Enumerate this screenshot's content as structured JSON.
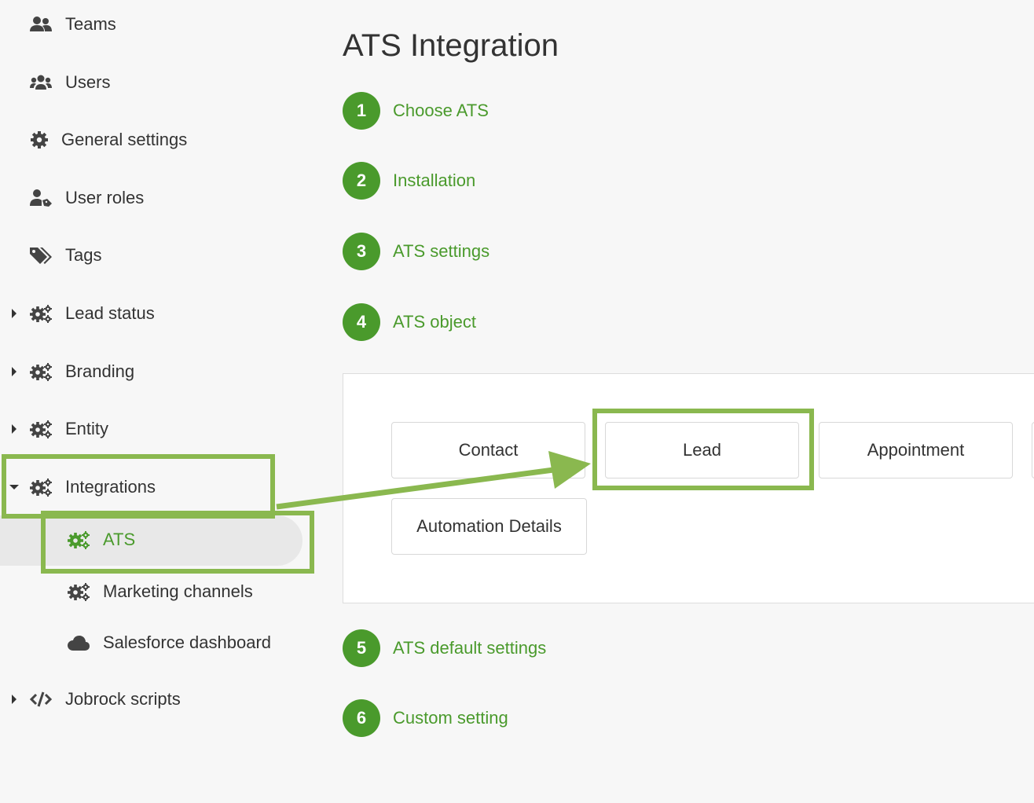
{
  "sidebar": {
    "items": [
      {
        "label": "Teams",
        "icon": "teams-icon"
      },
      {
        "label": "Users",
        "icon": "users-icon"
      },
      {
        "label": "General settings",
        "icon": "gear-icon"
      },
      {
        "label": "User roles",
        "icon": "user-roles-icon"
      },
      {
        "label": "Tags",
        "icon": "tags-icon"
      },
      {
        "label": "Lead status",
        "icon": "gears-icon"
      },
      {
        "label": "Branding",
        "icon": "gears-icon"
      },
      {
        "label": "Entity",
        "icon": "gears-icon"
      },
      {
        "label": "Integrations",
        "icon": "gears-icon"
      },
      {
        "label": "ATS",
        "icon": "gears-icon"
      },
      {
        "label": "Marketing channels",
        "icon": "gears-icon"
      },
      {
        "label": "Salesforce dashboard",
        "icon": "cloud-icon"
      },
      {
        "label": "Jobrock scripts",
        "icon": "code-icon"
      }
    ]
  },
  "main": {
    "title": "ATS Integration",
    "steps": [
      {
        "num": "1",
        "title": "Choose ATS"
      },
      {
        "num": "2",
        "title": "Installation"
      },
      {
        "num": "3",
        "title": "ATS settings"
      },
      {
        "num": "4",
        "title": "ATS object"
      },
      {
        "num": "5",
        "title": "ATS default settings"
      },
      {
        "num": "6",
        "title": "Custom setting"
      }
    ],
    "objects": [
      "Contact",
      "Lead",
      "Appointment",
      "Automation Details"
    ]
  },
  "colors": {
    "accent": "#4a9a2c",
    "highlight": "#8ab84f",
    "text": "#333333",
    "background": "#f7f7f7"
  }
}
